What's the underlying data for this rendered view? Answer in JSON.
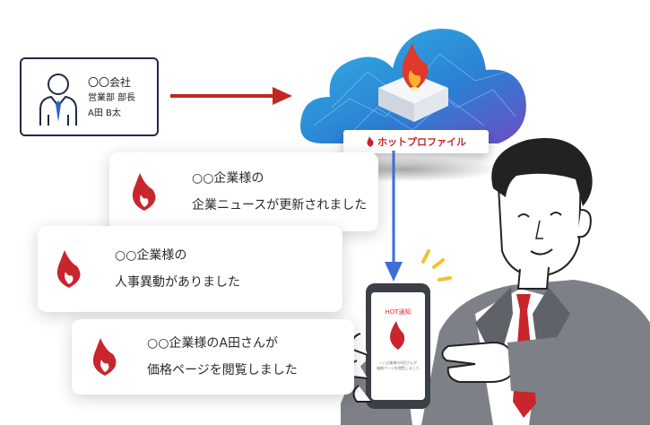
{
  "card": {
    "company": "〇〇会社",
    "title": "営業部 部長",
    "name": "A田 B太"
  },
  "cloud": {
    "logo_text": "ホットプロファイル"
  },
  "notifications": [
    {
      "line1": "○○企業様の",
      "line2": "企業ニュースが更新されました"
    },
    {
      "line1": "○○企業様の",
      "line2": "人事異動がありました"
    },
    {
      "line1": "○○企業様のA田さんが",
      "line2": "価格ページを閲覧しました"
    }
  ],
  "phone": {
    "title": "HOT通知",
    "body_line1": "○○企業様のA田さんが",
    "body_line2": "価格ページを閲覧しました"
  },
  "colors": {
    "brand_red": "#c8252c",
    "arrow_red": "#c0281f",
    "arrow_blue": "#3a6fd8",
    "card_border": "#1f2a44"
  },
  "icons": [
    "person-icon",
    "flame-icon",
    "arrow-right-icon",
    "arrow-down-icon"
  ]
}
